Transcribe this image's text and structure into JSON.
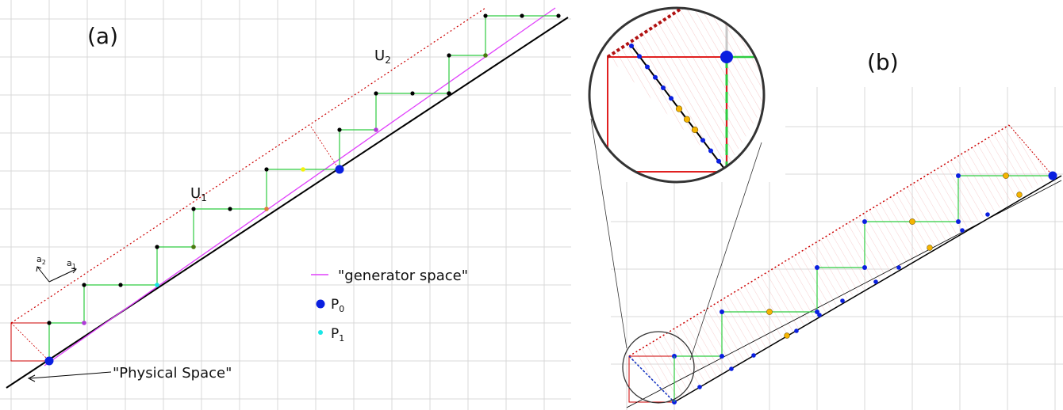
{
  "panel_a": {
    "label": "(a)",
    "u1": "U",
    "u1_sub": "1",
    "u2": "U",
    "u2_sub": "2",
    "axis_a1": "a",
    "axis_a1_sub": "1",
    "axis_a2": "a",
    "axis_a2_sub": "2",
    "physical_space": "\"Physical Space\"",
    "legend": {
      "generator_space": "\"generator space\"",
      "p0": "P",
      "p0_sub": "0",
      "p1": "P",
      "p1_sub": "1"
    }
  },
  "panel_b": {
    "label": "(b)"
  },
  "colors": {
    "grid": "#d9d9d9",
    "physical_line": "#000000",
    "generator_line": "#e040fb",
    "staircase": "#2ecc40",
    "boundary": "#cc0000",
    "p0": "#0a1fe0",
    "p1": "#19e6e6",
    "orange_point": "#f5b400",
    "black_point": "#000000"
  }
}
